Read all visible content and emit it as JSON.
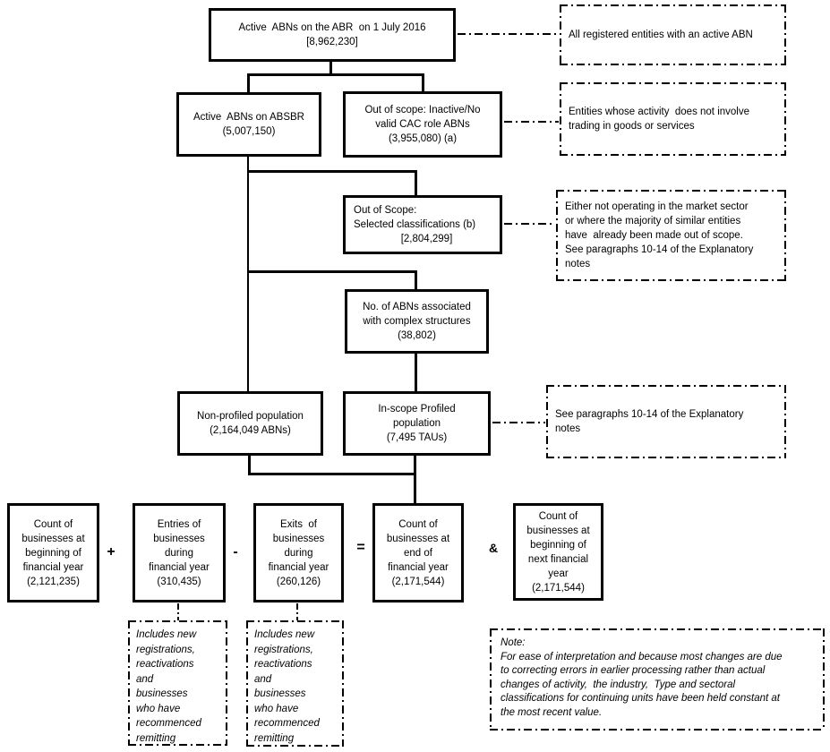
{
  "line_color": "#000000",
  "background_color": "#ffffff",
  "nodes": {
    "abr": {
      "text": "Active  ABNs on the ABR  on 1 July 2016\n[8,962,230]"
    },
    "absbr": {
      "text": "Active  ABNs on ABSBR\n(5,007,150)"
    },
    "out_inactive": {
      "text": "Out of scope: Inactive/No\nvalid CAC role ABNs\n(3,955,080) (a)"
    },
    "out_selected": {
      "text": "Out of Scope:\nSelected classifications (b)",
      "value": "[2,804,299]"
    },
    "complex": {
      "text": "No. of ABNs associated\nwith complex structures\n(38,802)"
    },
    "nonprofiled": {
      "text": "Non-profiled population\n(2,164,049 ABNs)"
    },
    "inscope": {
      "text": "In-scope Profiled\npopulation\n(7,495 TAUs)"
    },
    "count_begin": {
      "text": "Count of\nbusinesses at\nbeginning of\nfinancial year\n(2,121,235)"
    },
    "entries": {
      "text": "Entries of\nbusinesses\nduring\nfinancial year\n(310,435)"
    },
    "exits": {
      "text": "Exits  of\nbusinesses\nduring\nfinancial year\n(260,126)"
    },
    "count_end": {
      "text": "Count of\nbusinesses at\nend of\nfinancial year\n(2,171,544)"
    },
    "count_next": {
      "text": "Count of\nbusinesses at\nbeginning of\nnext financial\nyear\n(2,171,544)"
    }
  },
  "operators": {
    "plus": "+",
    "minus": "-",
    "equals": "=",
    "and": "&"
  },
  "annotations": {
    "registered": {
      "text": "All registered entities with an active ABN"
    },
    "not_trading": {
      "text": "Entities whose activity  does not involve\ntrading in goods or services"
    },
    "out_of_scope_reason": {
      "text": "Either not operating in the market sector\nor where the majority of similar entities\nhave  already been made out of scope.\nSee paragraphs 10-14 of the Explanatory\nnotes"
    },
    "see_paragraphs": {
      "text": "See paragraphs 10-14 of the Explanatory\nnotes"
    },
    "includes_entries": {
      "text": "Includes new\nregistrations,\nreactivations\nand\nbusinesses\nwho have\nrecommenced\nremitting"
    },
    "includes_exits": {
      "text": "Includes new\nregistrations,\nreactivations\nand\nbusinesses\nwho have\nrecommenced\nremitting"
    },
    "note": {
      "title": "Note:",
      "body": "For ease of interpretation and because most changes are due\nto correcting errors in earlier processing rather than actual\nchanges of activity,  the industry,  Type and sectoral\nclassifications for continuing units have been held constant at\nthe most recent value."
    }
  }
}
